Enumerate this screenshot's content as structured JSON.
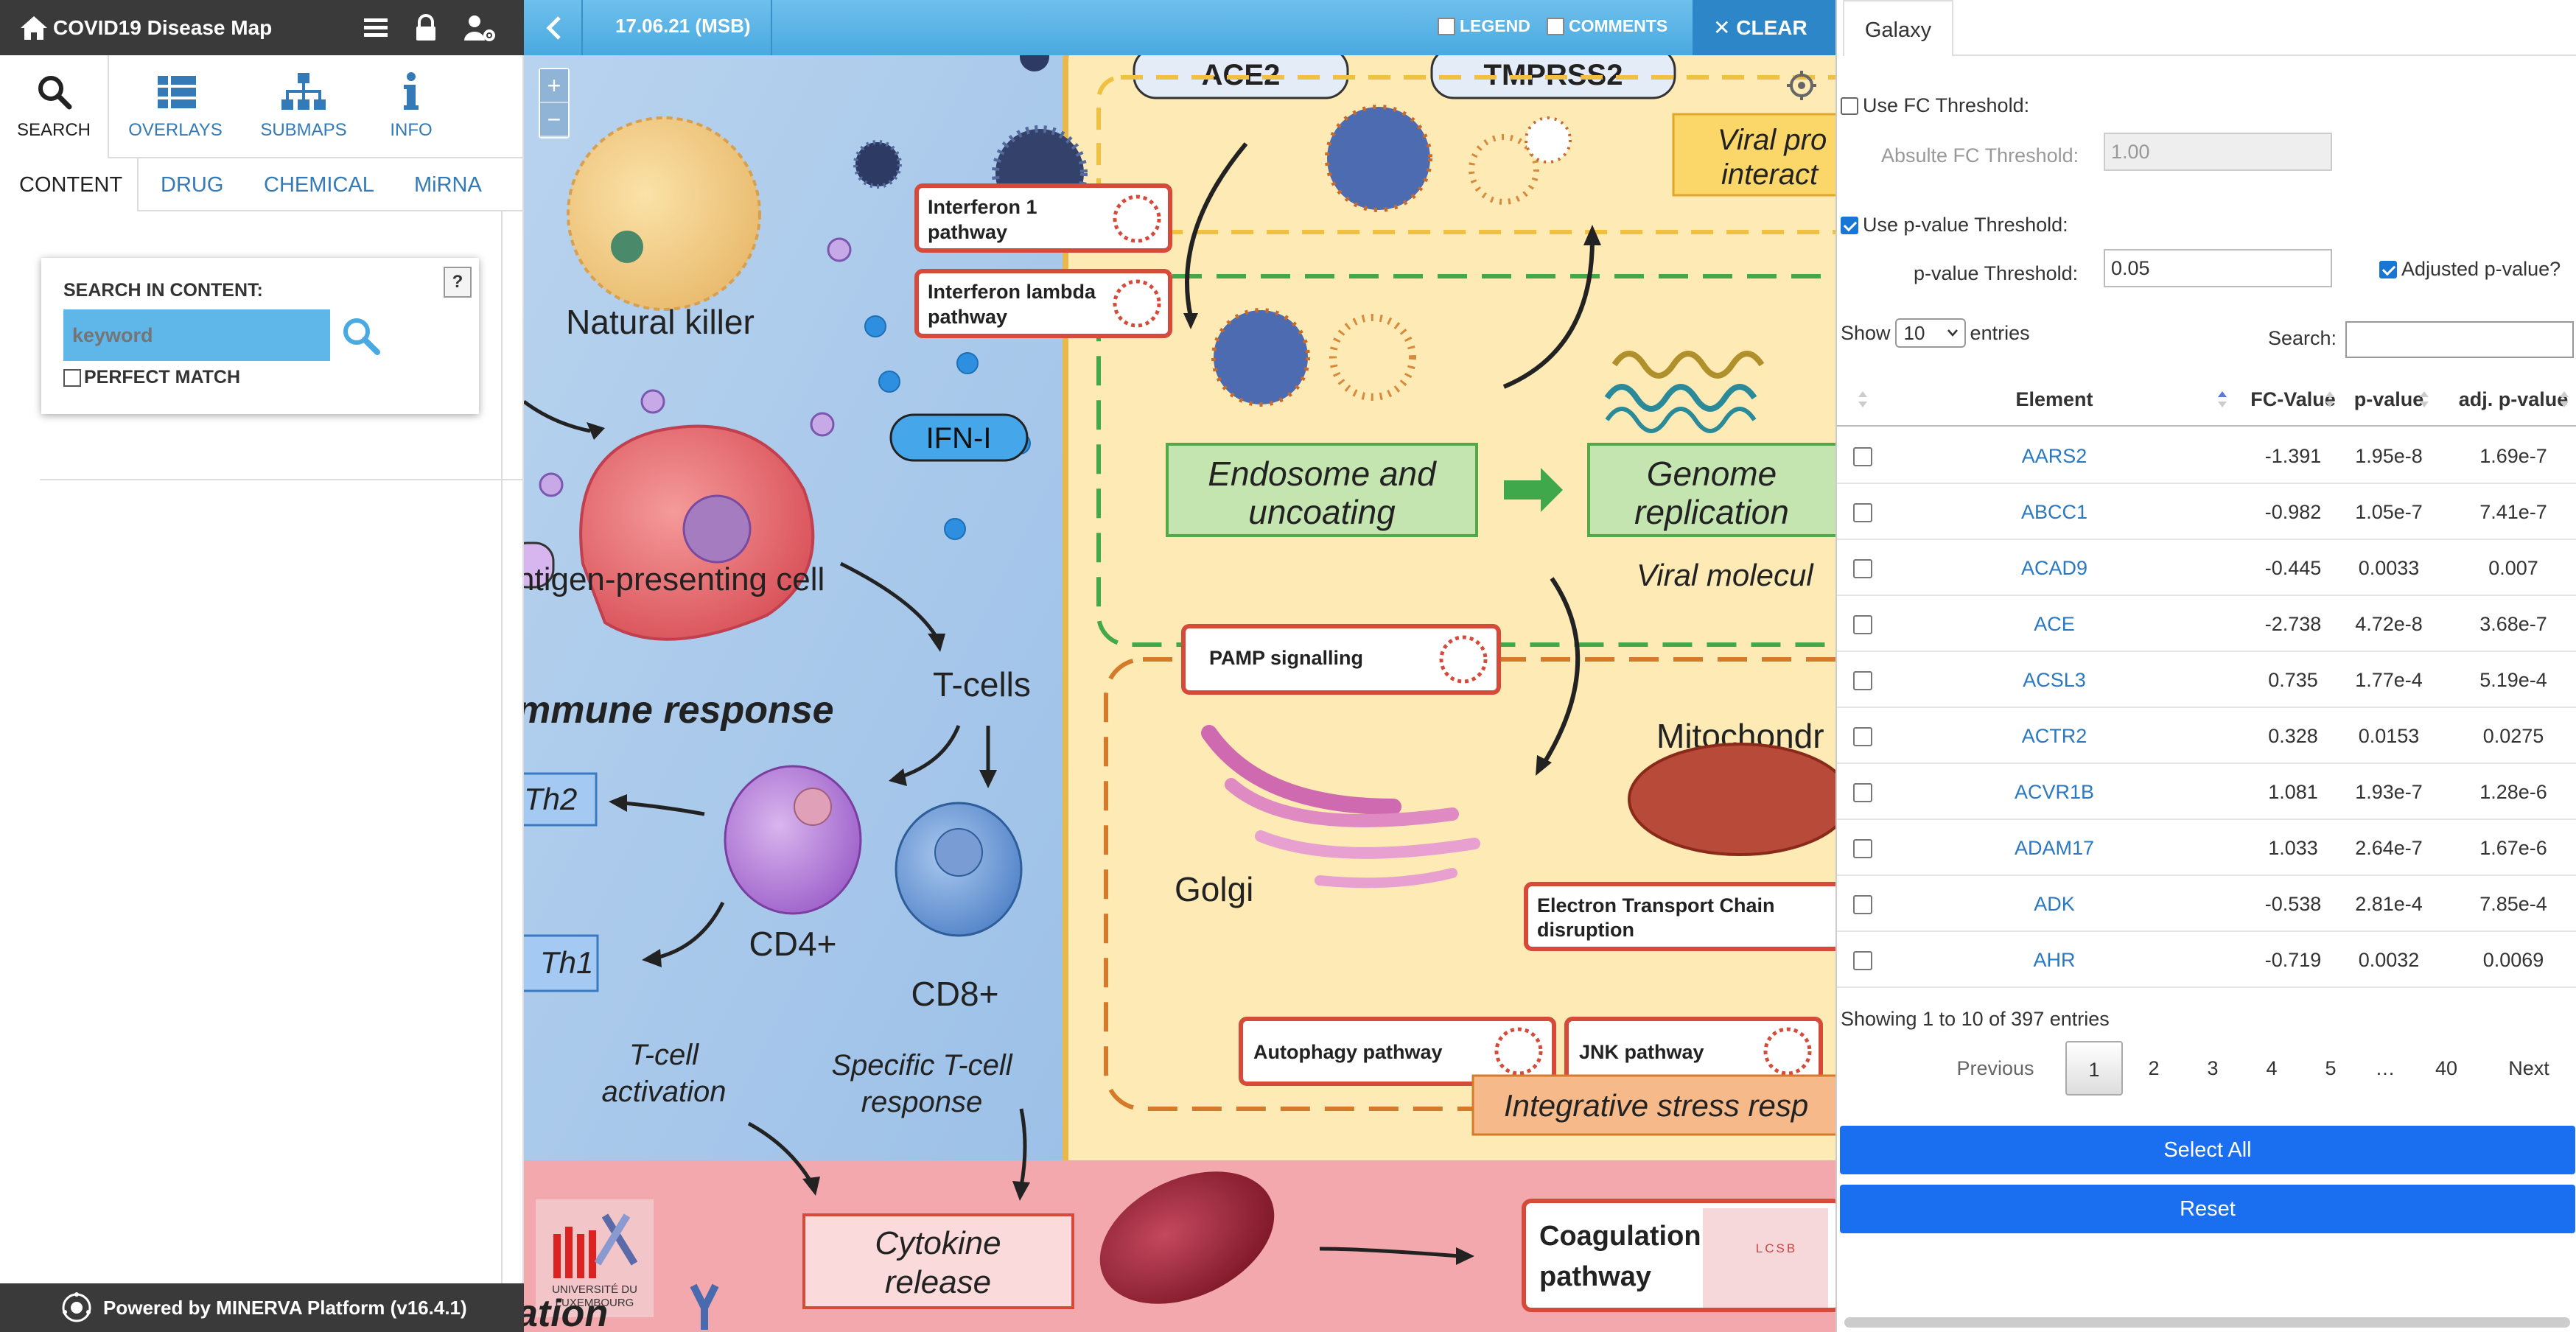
{
  "app": {
    "title": "COVID19 Disease Map",
    "footer": "Powered by MINERVA Platform (v16.4.1)"
  },
  "nav": {
    "items": [
      {
        "label": "SEARCH",
        "icon": "search-icon"
      },
      {
        "label": "OVERLAYS",
        "icon": "overlays-icon"
      },
      {
        "label": "SUBMAPS",
        "icon": "submaps-icon"
      },
      {
        "label": "INFO",
        "icon": "info-icon"
      }
    ]
  },
  "subtabs": [
    "CONTENT",
    "DRUG",
    "CHEMICAL",
    "MiRNA"
  ],
  "search": {
    "label": "SEARCH IN CONTENT:",
    "placeholder": "keyword",
    "help": "?",
    "perfect_match": "PERFECT MATCH"
  },
  "mapbar": {
    "date": "17.06.21 (MSB)",
    "legend": "LEGEND",
    "comments": "COMMENTS",
    "clear": "CLEAR",
    "zoom_in": "+",
    "zoom_out": "−"
  },
  "map_labels": {
    "ace2": "ACE2",
    "tmprss2": "TMPRSS2",
    "viral_protein": "Viral pro",
    "viral_protein2": "interact",
    "interferon1_a": "Interferon 1",
    "interferon1_b": "pathway",
    "interferonl_a": "Interferon lambda",
    "interferonl_b": "pathway",
    "natural_killer": "Natural killer",
    "ifn": "IFN-I",
    "endosome_a": "Endosome and",
    "endosome_b": "uncoating",
    "genome_a": "Genome",
    "genome_b": "replication",
    "viral_molecule": "Viral  molecul",
    "antigen": "ntigen-presenting cell",
    "tcells": "T-cells",
    "immune": "mmune response",
    "pamp": "PAMP signalling",
    "mito": "Mitochondr",
    "th2": "Th2",
    "th1": "Th1",
    "cd4": "CD4+",
    "cd8": "CD8+",
    "golgi": "Golgi",
    "etc_a": "Electron Transport Chain",
    "etc_b": "disruption",
    "autophagy": "Autophagy pathway",
    "jnk": "JNK pathway",
    "tcell_act_a": "T-cell",
    "tcell_act_b": "activation",
    "specific_a": "Specific T-cell",
    "specific_b": "response",
    "stress": "Integrative stress resp",
    "cytokine_a": "Cytokine",
    "cytokine_b": "release",
    "coag_a": "Coagulation",
    "coag_b": "pathway",
    "univ_a": "UNIVERSITÉ DU",
    "univ_b": "LUXEMBOURG",
    "lcsb": "LCSB",
    "bottom_partial": "ation"
  },
  "galaxy": {
    "tab": "Galaxy",
    "use_fc": "Use FC Threshold:",
    "abs_fc_label": "Absulte FC Threshold:",
    "abs_fc_value": "1.00",
    "use_fc_checked": false,
    "use_p": "Use p-value Threshold:",
    "use_p_checked": true,
    "p_label": "p-value Threshold:",
    "p_value": "0.05",
    "adjusted": "Adjusted p-value?",
    "adjusted_checked": true,
    "show": "Show",
    "entries_count": "10",
    "entries": "entries",
    "search": "Search:",
    "columns": [
      "Element",
      "FC-Value",
      "p-value",
      "adj. p-value"
    ],
    "rows": [
      {
        "element": "AARS2",
        "fc": "-1.391",
        "p": "1.95e-8",
        "adj": "1.69e-7"
      },
      {
        "element": "ABCC1",
        "fc": "-0.982",
        "p": "1.05e-7",
        "adj": "7.41e-7"
      },
      {
        "element": "ACAD9",
        "fc": "-0.445",
        "p": "0.0033",
        "adj": "0.007"
      },
      {
        "element": "ACE",
        "fc": "-2.738",
        "p": "4.72e-8",
        "adj": "3.68e-7"
      },
      {
        "element": "ACSL3",
        "fc": "0.735",
        "p": "1.77e-4",
        "adj": "5.19e-4"
      },
      {
        "element": "ACTR2",
        "fc": "0.328",
        "p": "0.0153",
        "adj": "0.0275"
      },
      {
        "element": "ACVR1B",
        "fc": "1.081",
        "p": "1.93e-7",
        "adj": "1.28e-6"
      },
      {
        "element": "ADAM17",
        "fc": "1.033",
        "p": "2.64e-7",
        "adj": "1.67e-6"
      },
      {
        "element": "ADK",
        "fc": "-0.538",
        "p": "2.81e-4",
        "adj": "7.85e-4"
      },
      {
        "element": "AHR",
        "fc": "-0.719",
        "p": "0.0032",
        "adj": "0.0069"
      }
    ],
    "info": "Showing 1 to 10 of 397 entries",
    "pager": [
      "Previous",
      "1",
      "2",
      "3",
      "4",
      "5",
      "…",
      "40",
      "Next"
    ],
    "select_all": "Select All",
    "reset": "Reset"
  },
  "colors": {
    "topbar": "#3a3a3a",
    "map_bar": "#4aa9e0",
    "link": "#337ab7",
    "button": "#1a6ef0"
  }
}
